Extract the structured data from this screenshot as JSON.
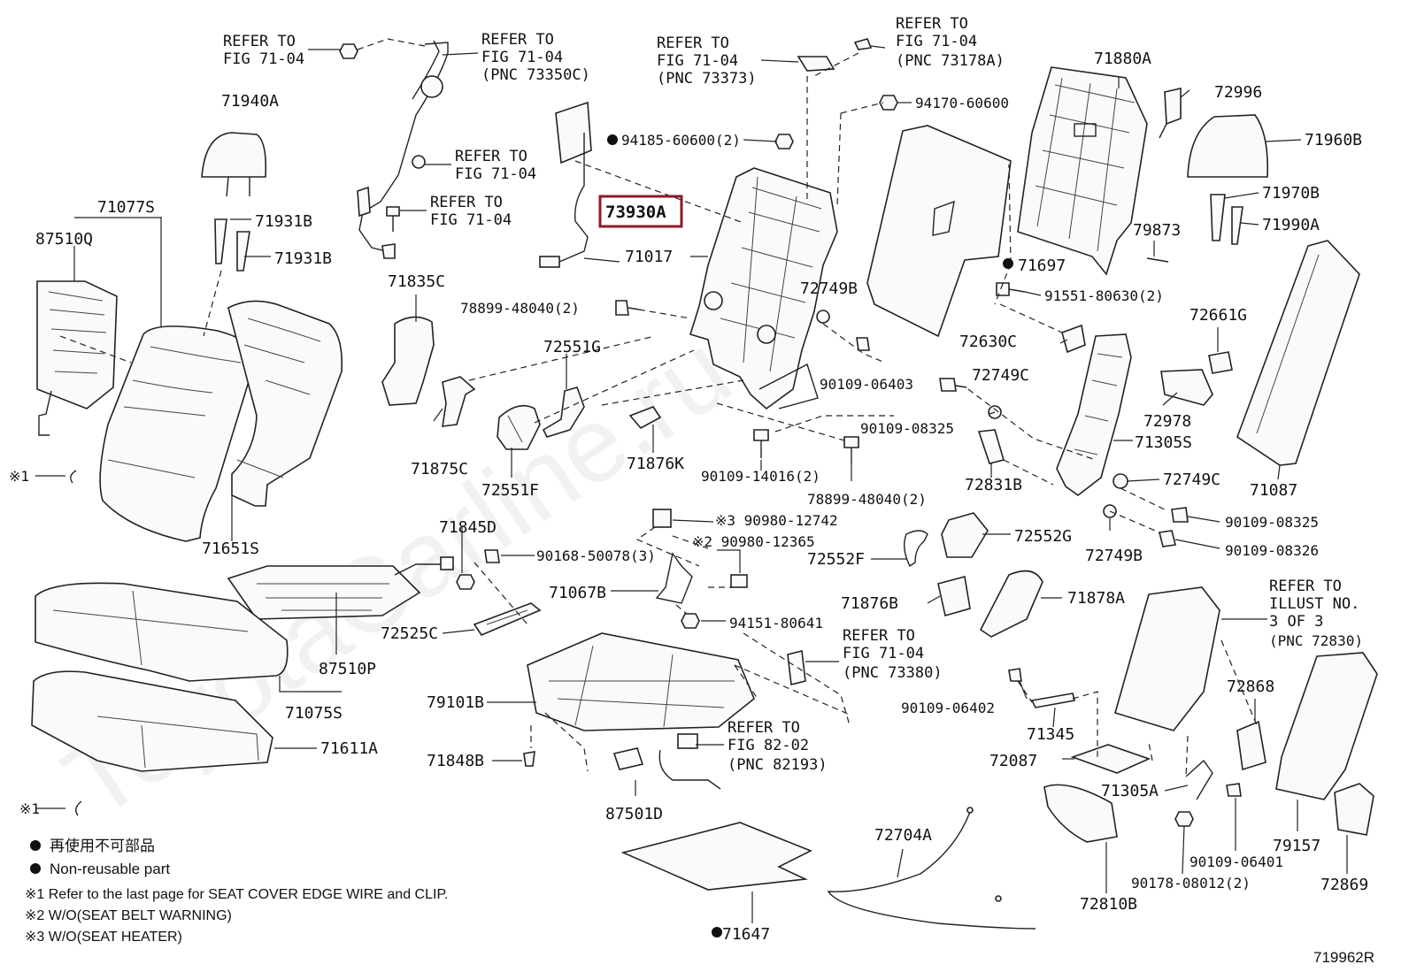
{
  "figure_id": "719962R",
  "highlighted_part": "73930A",
  "watermark": "ToyotaCarline.ru",
  "legend": {
    "non_reusable_jp": "再使用不可部品",
    "non_reusable_en": "Non-reusable part",
    "note1": "※1  Refer to the last page for SEAT COVER EDGE WIRE and CLIP.",
    "note2": "※2  W/O(SEAT BELT WARNING)",
    "note3": "※3  W/O(SEAT HEATER)"
  },
  "refs": {
    "r1": [
      "REFER TO",
      "FIG 71-04"
    ],
    "r2": [
      "REFER TO",
      "FIG 71-04",
      "(PNC 73350C)"
    ],
    "r3": [
      "REFER TO",
      "FIG 71-04",
      "(PNC 73373)"
    ],
    "r4": [
      "REFER TO",
      "FIG 71-04",
      "(PNC 73178A)"
    ],
    "r5": [
      "REFER TO",
      "FIG 71-04"
    ],
    "r6": [
      "REFER TO",
      "FIG 71-04"
    ],
    "r7": [
      "REFER TO",
      "FIG 71-04",
      "(PNC 73380)"
    ],
    "r8": [
      "REFER TO",
      "FIG 82-02",
      "(PNC 82193)"
    ],
    "r9": [
      "REFER TO",
      "ILLUST NO.",
      "3 OF 3",
      "(PNC 72830)"
    ]
  },
  "labels": {
    "p71940A": "71940A",
    "p71077S": "71077S",
    "p87510Q": "87510Q",
    "p71931B_1": "71931B",
    "p71931B_2": "71931B",
    "p71835C": "71835C",
    "p71875C": "71875C",
    "p72551G": "72551G",
    "p72551F": "72551F",
    "p71876K": "71876K",
    "p71651S": "71651S",
    "p73930A": "73930A",
    "p71017": "71017",
    "p94185": "94185-60600(2)",
    "p94170": "94170-60600",
    "p78899a": "78899-48040(2)",
    "p72749B_1": "72749B",
    "p90109_06403": "90109-06403",
    "p90109_08325a": "90109-08325",
    "p90109_14016": "90109-14016(2)",
    "p78899b": "78899-48040(2)",
    "p71880A": "71880A",
    "p72996": "72996",
    "p71960B": "71960B",
    "p71970B": "71970B",
    "p71990A": "71990A",
    "p79873": "79873",
    "p71697": "71697",
    "p91551": "91551-80630(2)",
    "p72661G": "72661G",
    "p72630C": "72630C",
    "p72749C_1": "72749C",
    "p72978": "72978",
    "p71305S": "71305S",
    "p72831B": "72831B",
    "p72749C_2": "72749C",
    "p71087": "71087",
    "p90109_08325b": "90109-08325",
    "p90109_08326": "90109-08326",
    "p72749B_2": "72749B",
    "p72552G": "72552G",
    "p72552F": "72552F",
    "p90980_12742": "※3 90980-12742",
    "p90980_12365": "※2 90980-12365",
    "p71845D": "71845D",
    "p90168": "90168-50078(3)",
    "p71067B": "71067B",
    "p94151": "94151-80641",
    "p72525C": "72525C",
    "p87510P": "87510P",
    "p71075S": "71075S",
    "p79101B": "79101B",
    "p71611A": "71611A",
    "p71848B": "71848B",
    "p87501D": "87501D",
    "p71647": "71647",
    "p72704A": "72704A",
    "p71876B": "71876B",
    "p71878A": "71878A",
    "p90109_06402": "90109-06402",
    "p71345": "71345",
    "p72087": "72087",
    "p72868": "72868",
    "p71305A": "71305A",
    "p79157": "79157",
    "p90109_06401": "90109-06401",
    "p90178": "90178-08012(2)",
    "p72810B": "72810B",
    "p72869": "72869",
    "x1a": "※1",
    "x1b": "※1"
  }
}
